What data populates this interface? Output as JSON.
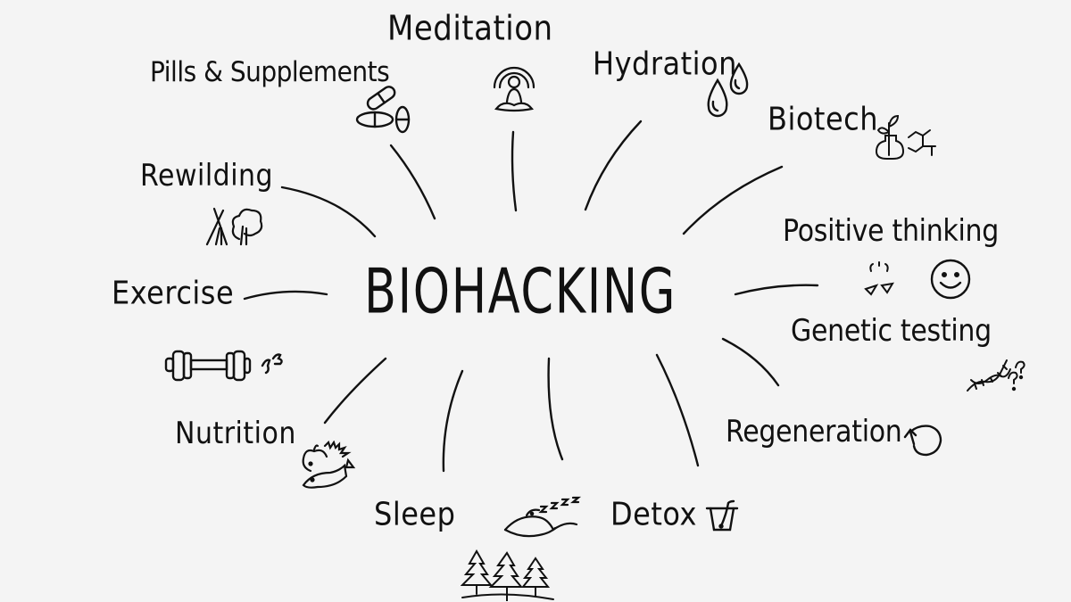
{
  "diagram": {
    "type": "mind-map",
    "central_topic": "BIOHACKING",
    "background_color": "#f4f4f4",
    "ink_color": "#111111",
    "branches": [
      {
        "id": "meditation",
        "label": "Meditation",
        "icon": "meditating-person-icon"
      },
      {
        "id": "pills",
        "label": "Pills & Supplements",
        "icon": "capsules-icon"
      },
      {
        "id": "hydration",
        "label": "Hydration",
        "icon": "water-drops-icon"
      },
      {
        "id": "biotech",
        "label": "Biotech",
        "icon": "sprout-flask-molecule-icon"
      },
      {
        "id": "rewilding",
        "label": "Rewilding",
        "icon": "tent-tree-icon"
      },
      {
        "id": "positive",
        "label": "Positive thinking",
        "icon": "smiley-face-icon"
      },
      {
        "id": "exercise",
        "label": "Exercise",
        "icon": "dumbbell-icon"
      },
      {
        "id": "genetic",
        "label": "Genetic testing",
        "icon": "dna-question-icon"
      },
      {
        "id": "nutrition",
        "label": "Nutrition",
        "icon": "apple-fish-icon"
      },
      {
        "id": "regeneration",
        "label": "Regeneration",
        "icon": "cycle-arrow-icon"
      },
      {
        "id": "sleep",
        "label": "Sleep",
        "icon": "sleeping-zzz-icon"
      },
      {
        "id": "detox",
        "label": "Detox",
        "icon": "detox-cup-icon"
      }
    ],
    "extra_icons": [
      "forest-trees-icon"
    ]
  }
}
